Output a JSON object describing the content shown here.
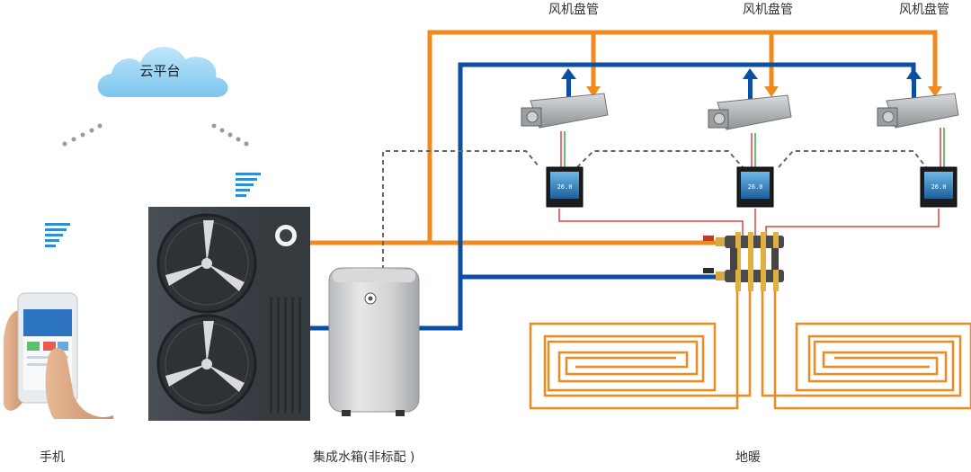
{
  "labels": {
    "cloud": "云平台",
    "phone": "手机",
    "water_tank": "集成水箱(非标配 )",
    "floor_heating": "地暖",
    "fan_coils": [
      "风机盘管",
      "风机盘管",
      "风机盘管"
    ]
  },
  "thermostat_display": "26.0",
  "colors": {
    "hot_pipe": "#F08A1E",
    "cold_pipe": "#0B4EA2",
    "signal_wire": "#E04040",
    "control_wire": "#666666",
    "cloud": "#8FD0F2",
    "wifi": "#2E8FD8",
    "floor_loop": "#F08A1E"
  }
}
